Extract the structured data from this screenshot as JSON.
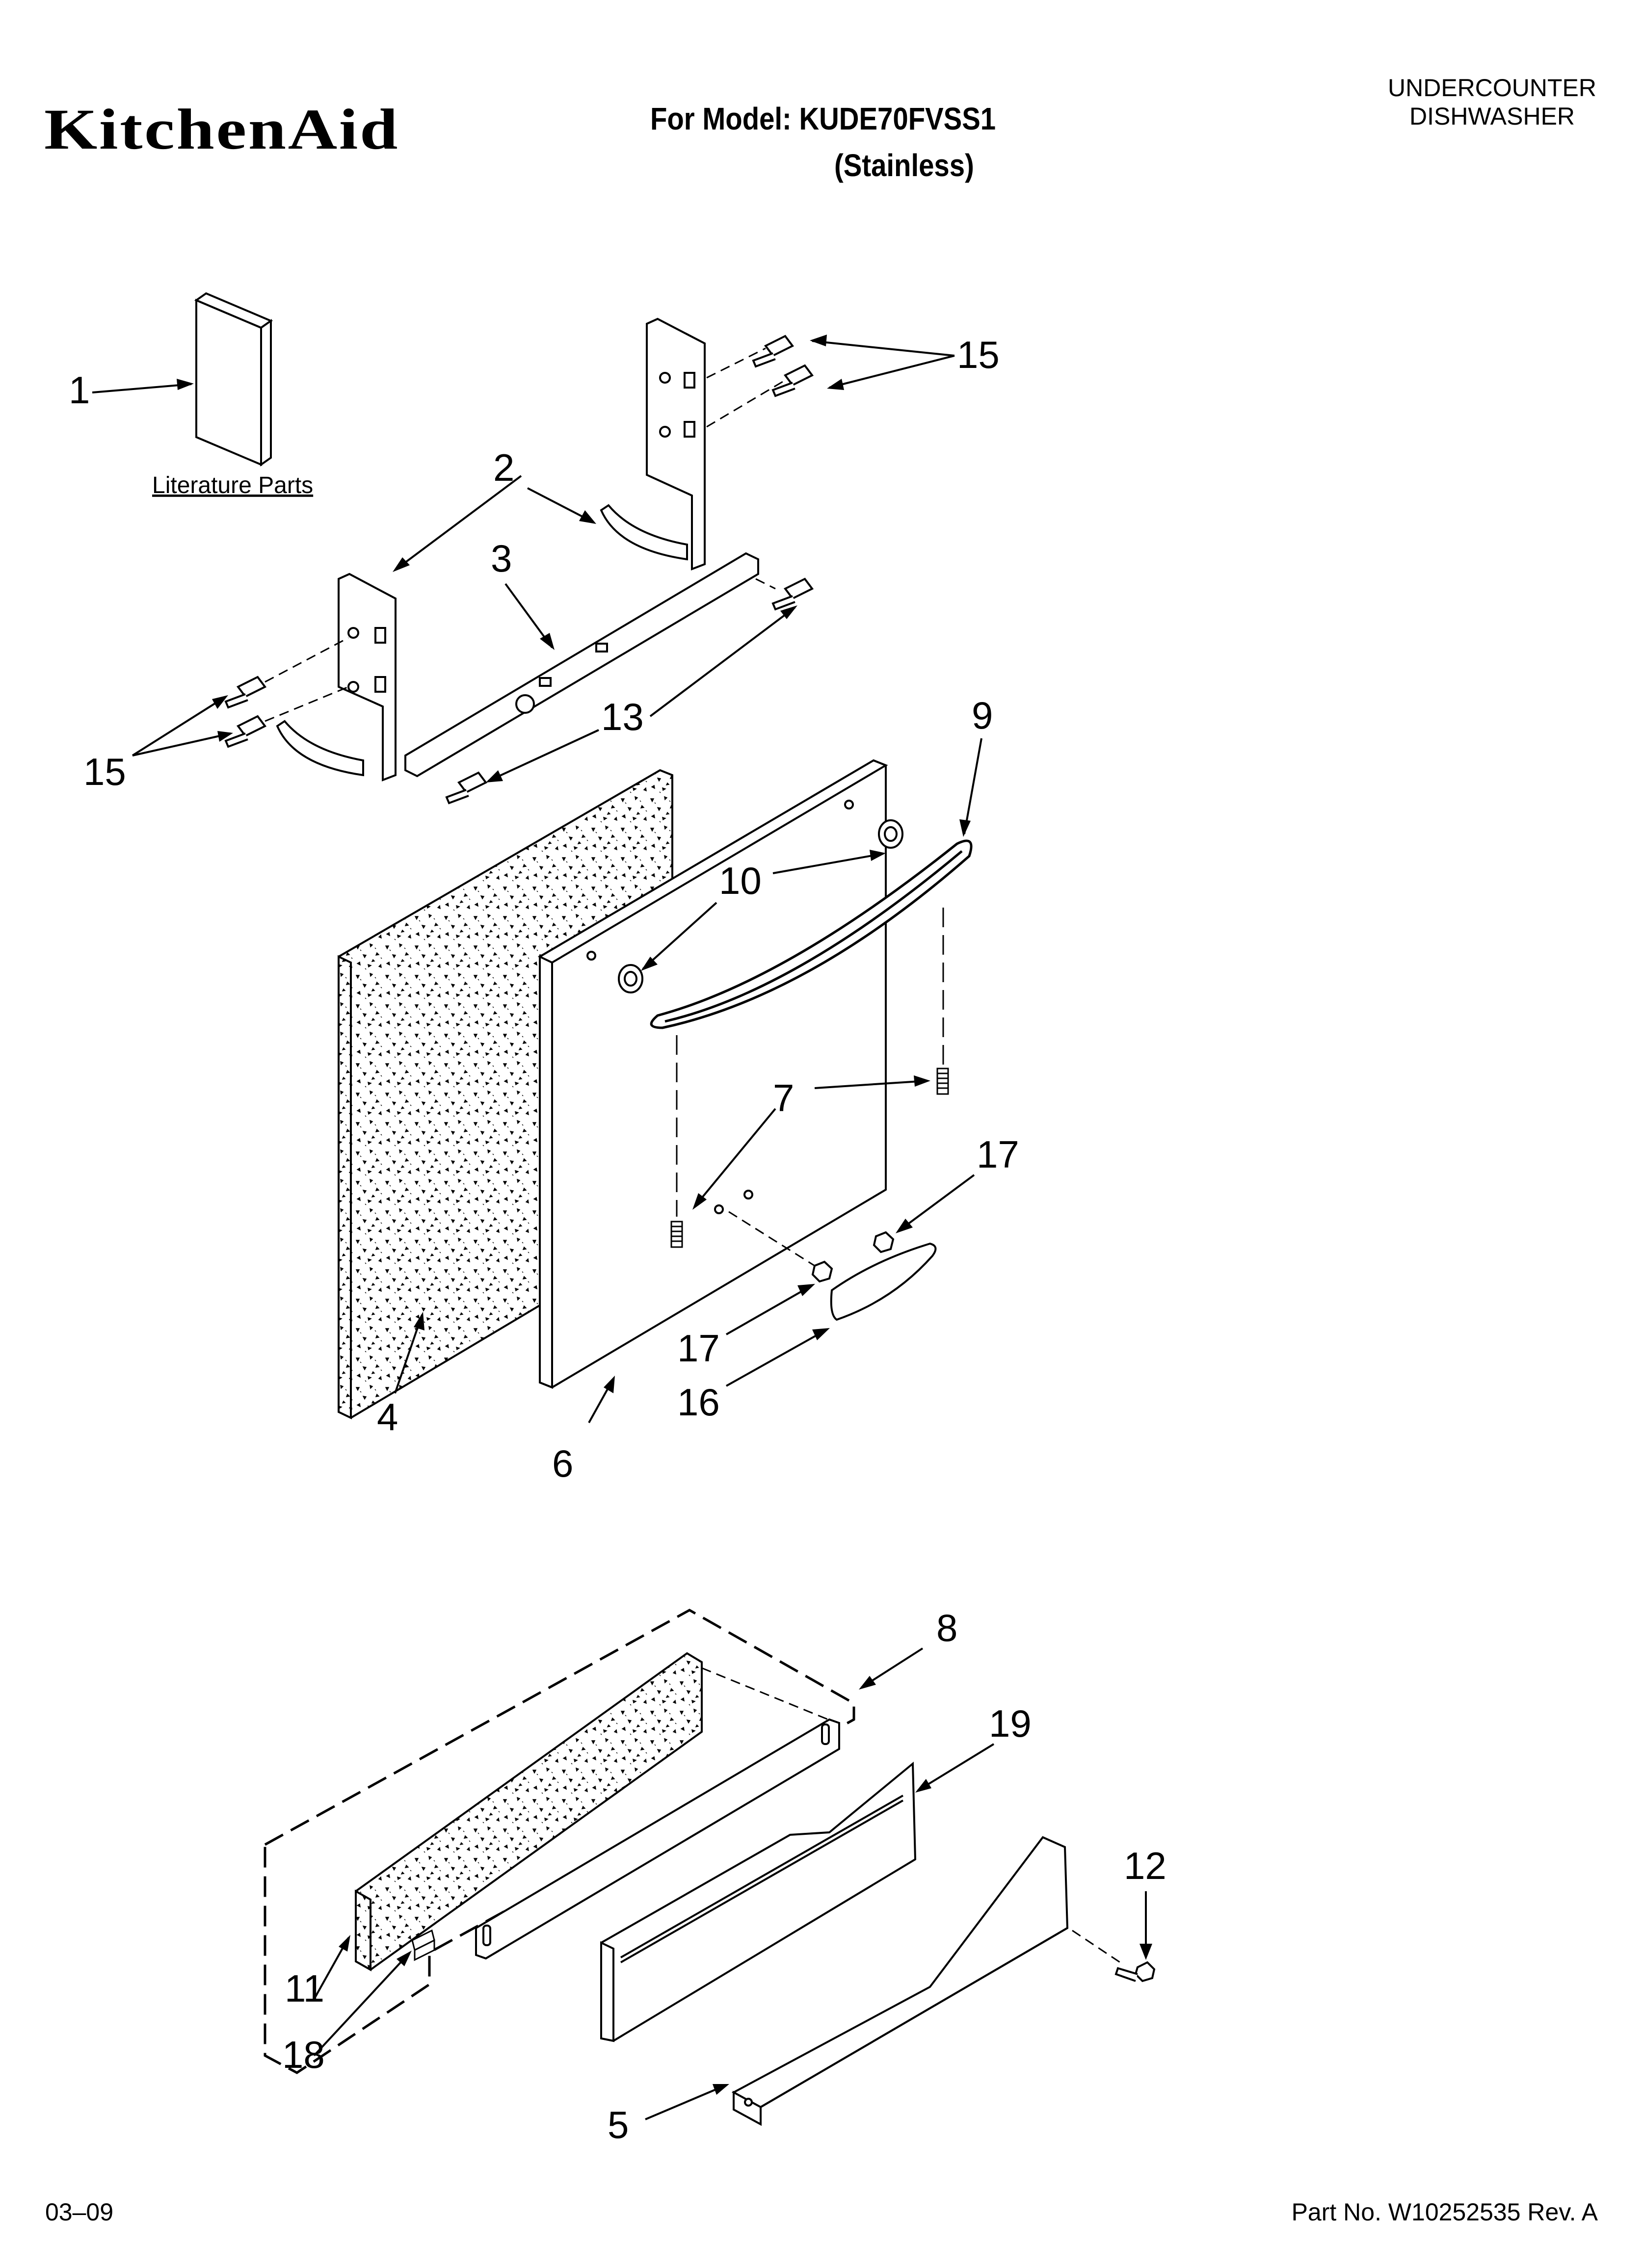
{
  "header": {
    "brand": "KitchenAid",
    "model_line1": "For Model: KUDE70FVSS1",
    "model_line2": "(Stainless)",
    "product_line1": "UNDERCOUNTER",
    "product_line2": "DISHWASHER"
  },
  "footer": {
    "date": "03–09",
    "part_number": "Part No. W10252535 Rev. A"
  },
  "diagram": {
    "literature_label": "Literature Parts",
    "callouts": {
      "c1": "1",
      "c2": "2",
      "c3": "3",
      "c4": "4",
      "c5": "5",
      "c6": "6",
      "c7": "7",
      "c8": "8",
      "c9": "9",
      "c10": "10",
      "c11": "11",
      "c12": "12",
      "c13": "13",
      "c15a": "15",
      "c15b": "15",
      "c16": "16",
      "c17a": "17",
      "c17b": "17",
      "c18": "18",
      "c19": "19"
    }
  }
}
